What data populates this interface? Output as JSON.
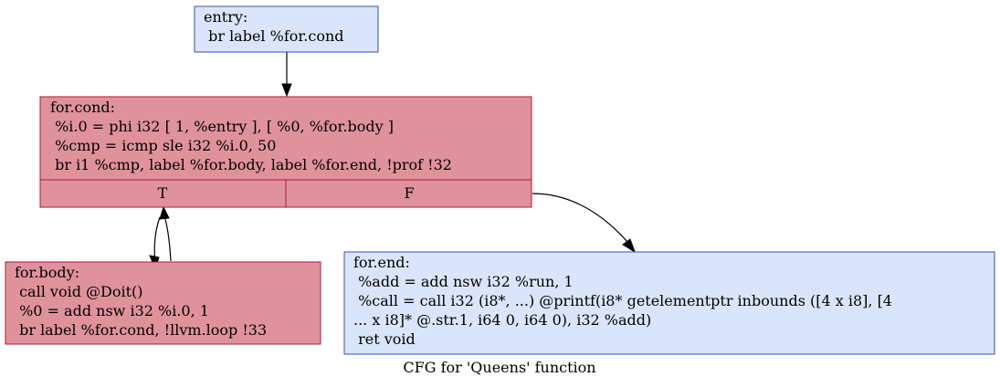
{
  "colors": {
    "blue_fill": "#dae5fb",
    "blue_stroke": "#3c4fb4",
    "red_fill": "#e0929c",
    "red_stroke": "#b0153a"
  },
  "nodes": {
    "entry": {
      "lines": [
        "entry:",
        " br label %for.cond"
      ]
    },
    "for_cond": {
      "lines": [
        "for.cond:",
        " %i.0 = phi i32 [ 1, %entry ], [ %0, %for.body ]",
        " %cmp = icmp sle i32 %i.0, 50",
        " br i1 %cmp, label %for.body, label %for.end, !prof !32"
      ],
      "port_true": "T",
      "port_false": "F"
    },
    "for_body": {
      "lines": [
        "for.body:",
        " call void @Doit()",
        " %0 = add nsw i32 %i.0, 1",
        " br label %for.cond, !llvm.loop !33"
      ]
    },
    "for_end": {
      "lines": [
        "for.end:",
        " %add = add nsw i32 %run, 1",
        " %call = call i32 (i8*, ...) @printf(i8* getelementptr inbounds ([4 x i8], [4",
        "... x i8]* @.str.1, i64 0, i64 0), i32 %add)",
        " ret void"
      ]
    }
  },
  "caption": "CFG for 'Queens' function"
}
